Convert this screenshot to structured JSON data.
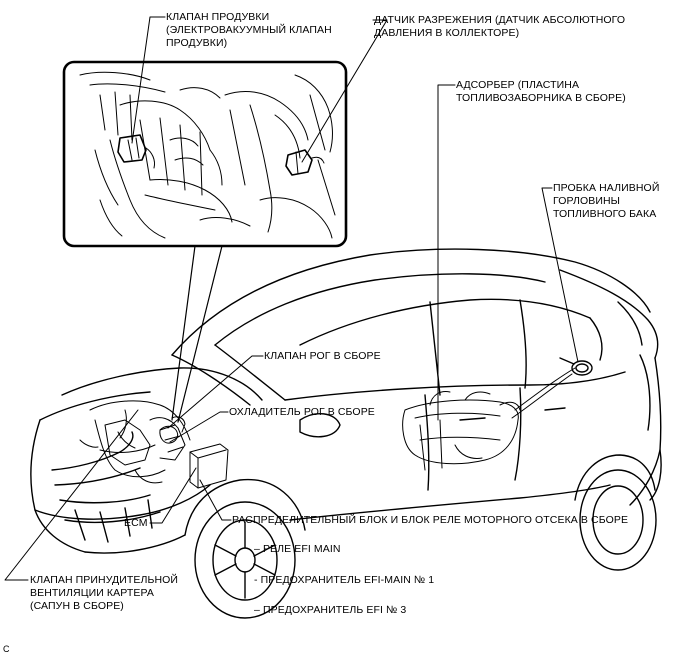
{
  "labels": {
    "purge_valve": "КЛАПАН ПРОДУВКИ\n(ЭЛЕКТРОВАКУУМНЫЙ КЛАПАН\nПРОДУВКИ)",
    "vacuum_sensor": "ДАТЧИК РАЗРЕЖЕНИЯ (ДАТЧИК АБСОЛЮТНОГО\nДАВЛЕНИЯ В КОЛЛЕКТОРЕ)",
    "canister": "АДСОРБЕР (ПЛАСТИНА\nТОПЛИВОЗАБОРНИКА В СБОРЕ)",
    "fuel_cap": "ПРОБКА НАЛИВНОЙ\nГОРЛОВИНЫ\nТОПЛИВНОГО БАКА",
    "egr_valve": "КЛАПАН РОГ В СБОРЕ",
    "egr_cooler": "ОХЛАДИТЕЛЬ РОГ В СБОРЕ",
    "ecm": "ECM",
    "relay_block": "РАСПРЕДЕЛИТЕЛЬНЫЙ БЛОК И БЛОК РЕЛЕ МОТОРНОГО ОТСЕКА В СБОРЕ",
    "efi_main_relay": "– РЕЛЕ EFI MAIN",
    "efi_main_fuse": "- ПРЕДОХРАНИТЕЛЬ EFI-MAIN № 1",
    "efi3_fuse": "– ПРЕДОХРАНИТЕЛЬ EFI № 3",
    "pcv_valve": "КЛАПАН ПРИНУДИТЕЛЬНОЙ\nВЕНТИЛЯЦИИ КАРТЕРА\n(САПУН В СБОРЕ)",
    "corner_code": "C"
  }
}
